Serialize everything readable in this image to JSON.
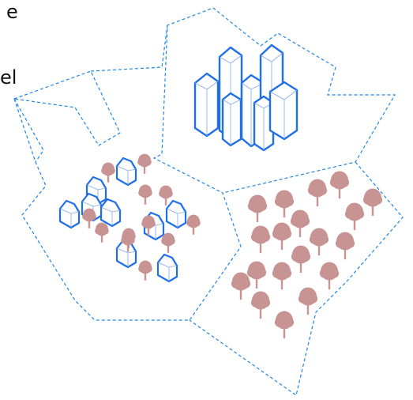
{
  "labels": {
    "top_fragment": "e",
    "mid_fragment": "el"
  },
  "colors": {
    "region_outline": "#1f86e6",
    "building_stroke": "#1f6fe6",
    "tree_fill": "#c89393"
  },
  "regions": [
    "urban-district",
    "residential-district",
    "forest-district",
    "outer-district"
  ],
  "icons": [
    "tall-building-icon",
    "house-icon",
    "tree-icon"
  ]
}
